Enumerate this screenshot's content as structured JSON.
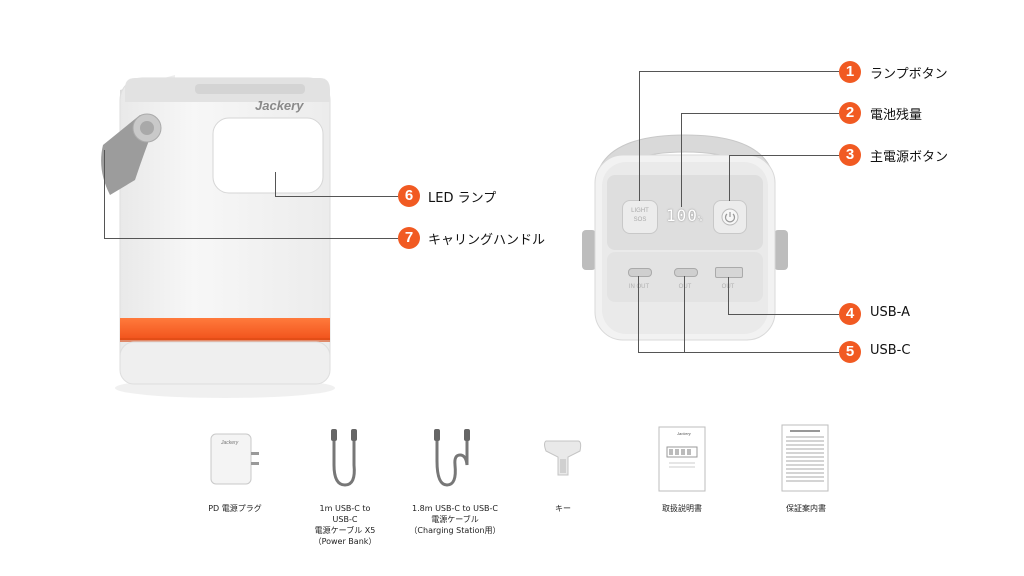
{
  "brand": {
    "logo_text": "Jackery",
    "accent_color": "#f15a22"
  },
  "front_view": {
    "callouts": [
      {
        "number": "6",
        "label": "LED ランプ"
      },
      {
        "number": "7",
        "label": "キャリングハンドル"
      }
    ]
  },
  "top_view": {
    "panel": {
      "light_button": "LIGHT",
      "sos_button": "SOS",
      "battery_display": "100",
      "battery_unit": "%"
    },
    "ports": [
      {
        "type": "usb-c",
        "label": "IN OUT"
      },
      {
        "type": "usb-c",
        "label": "OUT"
      },
      {
        "type": "usb-a",
        "label": "OUT"
      }
    ],
    "callouts": [
      {
        "number": "1",
        "label": "ランプボタン"
      },
      {
        "number": "2",
        "label": "電池残量"
      },
      {
        "number": "3",
        "label": "主電源ボタン"
      },
      {
        "number": "4",
        "label": "USB-A"
      },
      {
        "number": "5",
        "label": "USB-C"
      }
    ]
  },
  "accessories": [
    {
      "label_lines": [
        "PD 電源プラグ"
      ],
      "icon": "power-adapter-icon"
    },
    {
      "label_lines": [
        "1m USB-C to",
        "USB-C",
        "電源ケーブル X5",
        "（Power Bank）"
      ],
      "icon": "short-cable-icon"
    },
    {
      "label_lines": [
        "1.8m USB-C to USB-C",
        "電源ケーブル",
        "（Charging Station用）"
      ],
      "icon": "long-cable-icon"
    },
    {
      "label_lines": [
        "キー"
      ],
      "icon": "key-icon"
    },
    {
      "label_lines": [
        "取扱説明書"
      ],
      "icon": "manual-icon"
    },
    {
      "label_lines": [
        "保証案内書"
      ],
      "icon": "warranty-icon"
    }
  ]
}
